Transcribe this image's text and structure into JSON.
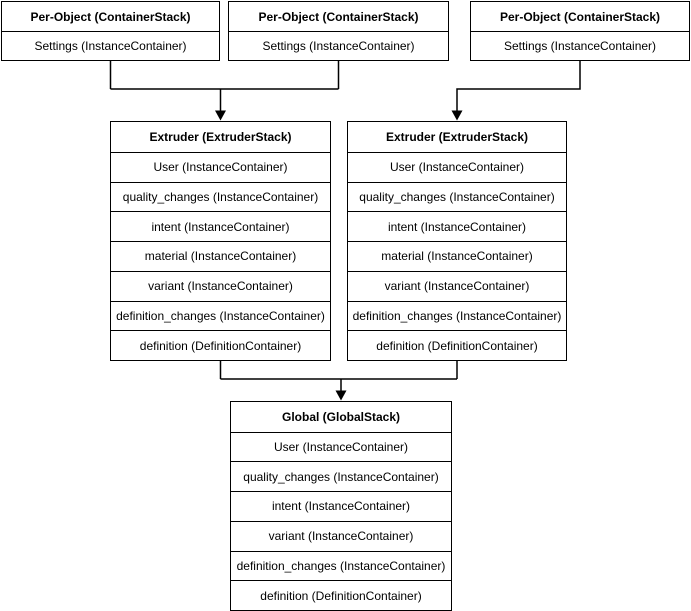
{
  "diagram": {
    "background_color": "#ffffff",
    "line_color": "#000000",
    "text_color": "#000000",
    "nodes": {
      "per_object_1": {
        "title": "Per-Object (ContainerStack)",
        "rows": [
          "Settings (InstanceContainer)"
        ]
      },
      "per_object_2": {
        "title": "Per-Object (ContainerStack)",
        "rows": [
          "Settings (InstanceContainer)"
        ]
      },
      "per_object_3": {
        "title": "Per-Object (ContainerStack)",
        "rows": [
          "Settings (InstanceContainer)"
        ]
      },
      "extruder_1": {
        "title": "Extruder (ExtruderStack)",
        "rows": [
          "User (InstanceContainer)",
          "quality_changes (InstanceContainer)",
          "intent (InstanceContainer)",
          "material (InstanceContainer)",
          "variant (InstanceContainer)",
          "definition_changes (InstanceContainer)",
          "definition (DefinitionContainer)"
        ]
      },
      "extruder_2": {
        "title": "Extruder (ExtruderStack)",
        "rows": [
          "User (InstanceContainer)",
          "quality_changes (InstanceContainer)",
          "intent (InstanceContainer)",
          "material (InstanceContainer)",
          "variant (InstanceContainer)",
          "definition_changes (InstanceContainer)",
          "definition (DefinitionContainer)"
        ]
      },
      "global": {
        "title": "Global (GlobalStack)",
        "rows": [
          "User (InstanceContainer)",
          "quality_changes (InstanceContainer)",
          "intent (InstanceContainer)",
          "variant (InstanceContainer)",
          "definition_changes (InstanceContainer)",
          "definition (DefinitionContainer)"
        ]
      }
    }
  }
}
